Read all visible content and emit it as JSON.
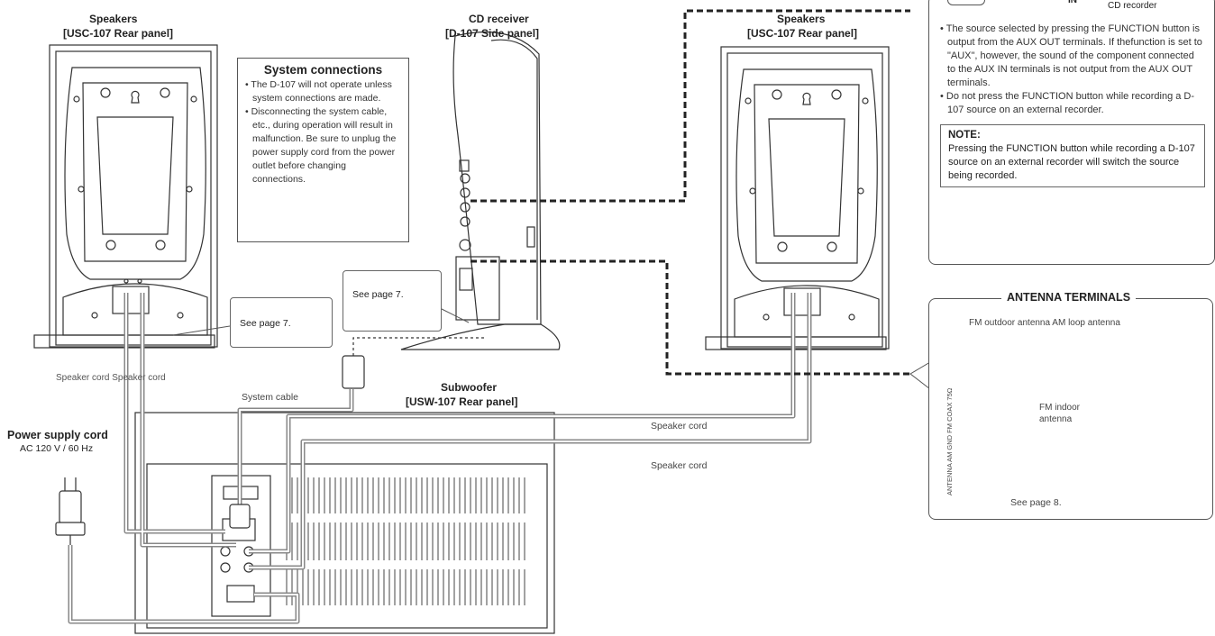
{
  "labels": {
    "speakers_left_title": "Speakers",
    "speakers_left_sub": "[USC-107 Rear panel]",
    "cd_title": "CD receiver",
    "cd_sub": "[D-107 Side panel]",
    "speakers_right_title": "Speakers",
    "speakers_right_sub": "[USC-107 Rear panel]",
    "subwoofer_title": "Subwoofer",
    "subwoofer_sub": "[USW-107 Rear panel]",
    "power_title": "Power supply cord",
    "power_sub": "AC 120 V / 60 Hz",
    "speaker_cords_left": "Speaker cord Speaker cord",
    "system_cable": "System cable",
    "speaker_cord_1": "Speaker cord",
    "speaker_cord_2": "Speaker cord",
    "see_page_7a": "See page 7.",
    "see_page_7b": "See page 7."
  },
  "system_connections": {
    "title": "System connections",
    "bullets": [
      "The D-107 will not operate unless system connections are made.",
      "Disconnecting the system cable, etc., during operation will result in malfunction. Be sure to unplug the power supply cord from the power outlet before changing connections."
    ]
  },
  "aux_box": {
    "in_label": "IN",
    "cd_recorder": "CD recorder",
    "bullets": [
      "The source selected by pressing the FUNCTION button is output from the AUX OUT terminals. If thefunction is set to \"AUX\", however, the sound of the component connected to the AUX IN terminals is not output from the AUX OUT terminals.",
      "Do not press the FUNCTION button while recording a D-107 source on an external recorder."
    ],
    "note_title": "NOTE:",
    "note_text": "Pressing the FUNCTION button while recording a D-107 source on an external recorder will switch the source being recorded."
  },
  "antenna": {
    "title": "ANTENNA TERMINALS",
    "antennas": "FM outdoor antenna AM loop antenna",
    "fm_indoor": "FM indoor antenna",
    "terminal_label": "ANTENNA AM GND FM COAX 75Ω",
    "see_page": "See page 8."
  },
  "colors": {
    "cable": "#888888",
    "line": "#333333"
  }
}
